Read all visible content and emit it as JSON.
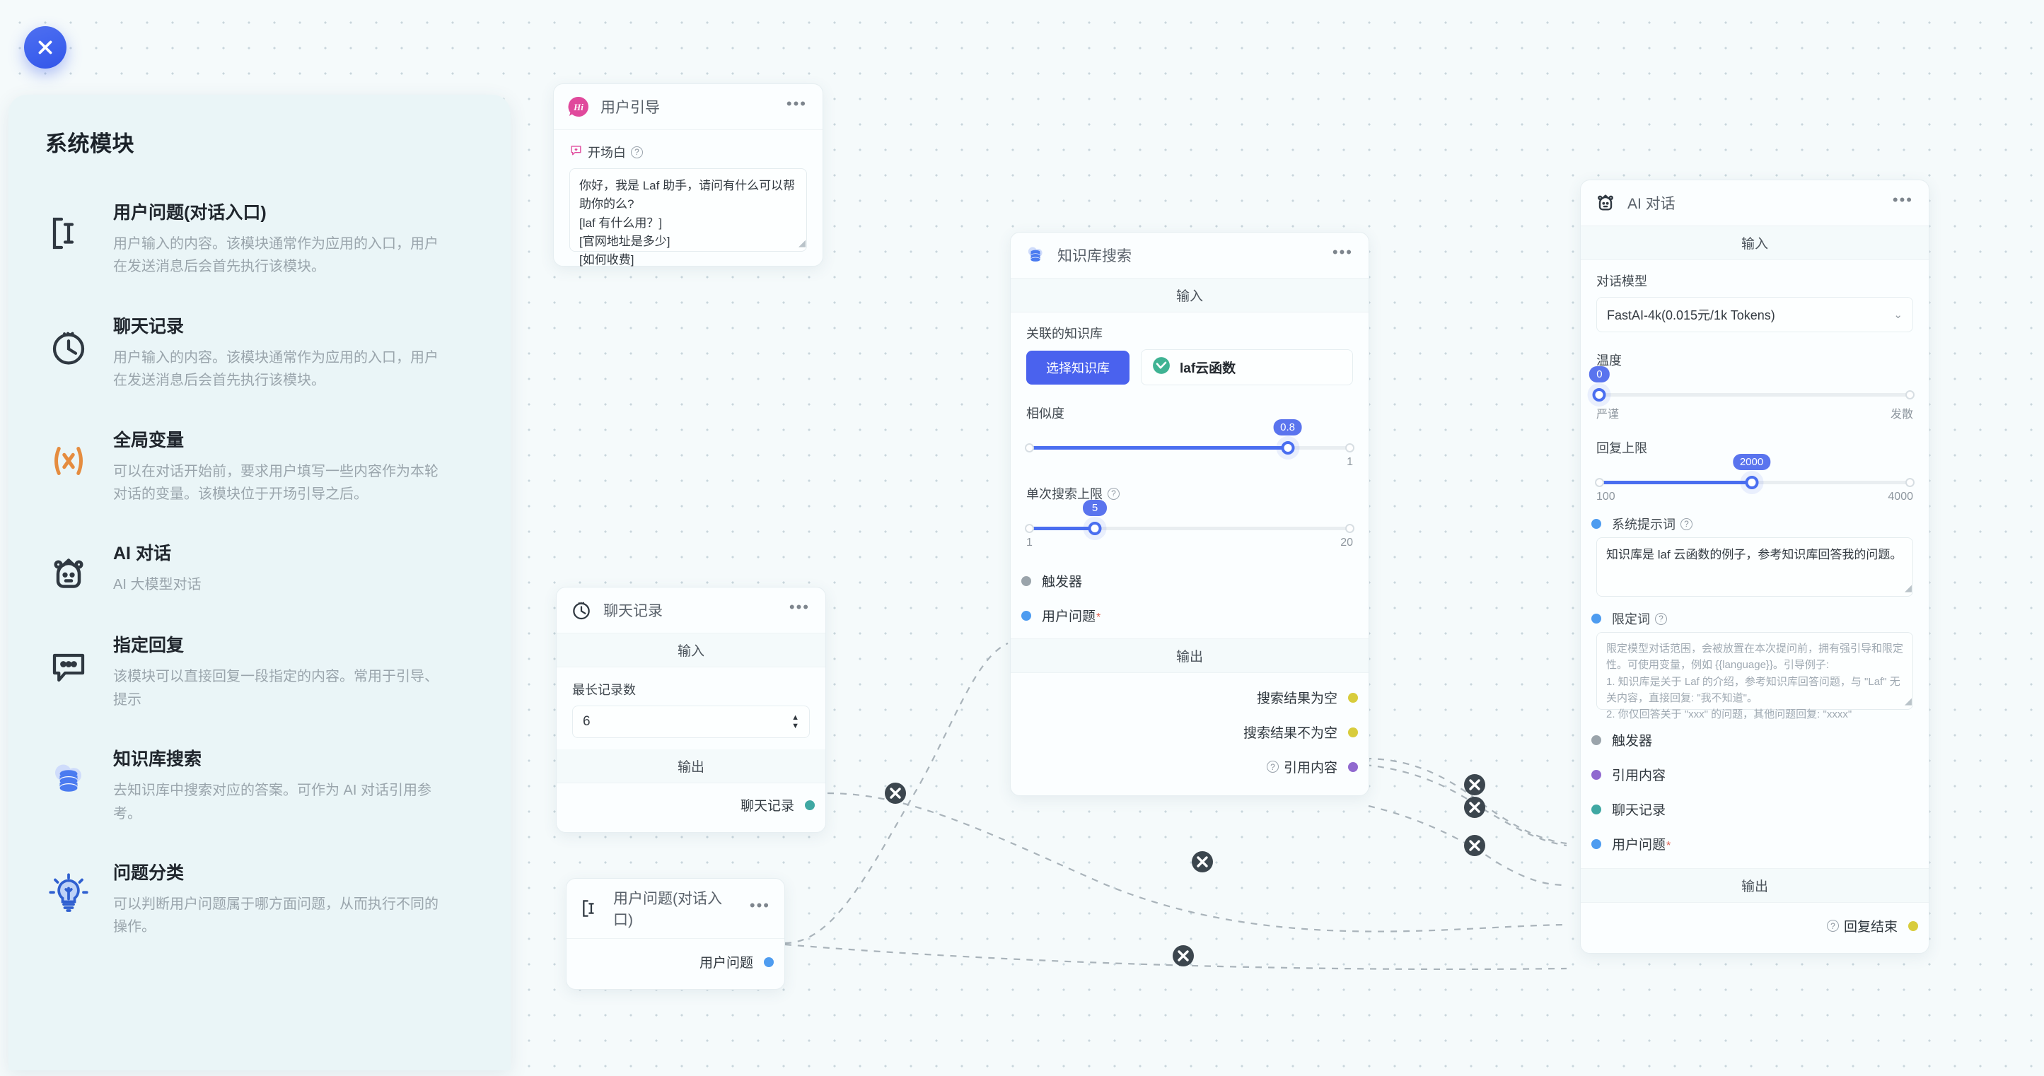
{
  "close_button": {
    "icon": "close-icon"
  },
  "sidebar": {
    "title": "系统模块",
    "items": [
      {
        "icon": "text-cursor-icon",
        "name": "用户问题(对话入口)",
        "desc": "用户输入的内容。该模块通常作为应用的入口，用户在发送消息后会首先执行该模块。"
      },
      {
        "icon": "clock-icon",
        "name": "聊天记录",
        "desc": "用户输入的内容。该模块通常作为应用的入口，用户在发送消息后会首先执行该模块。"
      },
      {
        "icon": "variable-icon",
        "name": "全局变量",
        "desc": "可以在对话开始前，要求用户填写一些内容作为本轮对话的变量。该模块位于开场引导之后。"
      },
      {
        "icon": "robot-icon",
        "name": "AI 对话",
        "desc": "AI 大模型对话"
      },
      {
        "icon": "chat-bubble-icon",
        "name": "指定回复",
        "desc": "该模块可以直接回复一段指定的内容。常用于引导、提示"
      },
      {
        "icon": "database-icon",
        "name": "知识库搜索",
        "desc": "去知识库中搜索对应的答案。可作为 AI 对话引用参考。"
      },
      {
        "icon": "lightbulb-icon",
        "name": "问题分类",
        "desc": "可以判断用户问题属于哪方面问题，从而执行不同的操作。"
      }
    ]
  },
  "nodes": {
    "user_guide": {
      "title": "用户引导",
      "badge": "Hi",
      "menu": "•••",
      "field_label": "开场白",
      "value": "你好，我是 Laf 助手，请问有什么可以帮助你的么?\n[laf 有什么用？]\n[官网地址是多少]\n[如何收费]"
    },
    "chat_history": {
      "title": "聊天记录",
      "menu": "•••",
      "input_header": "输入",
      "output_header": "输出",
      "field_label": "最长记录数",
      "value": "6",
      "output_port": "聊天记录"
    },
    "user_question": {
      "title": "用户问题(对话入口)",
      "menu": "•••",
      "output_port": "用户问题"
    },
    "kb_search": {
      "title": "知识库搜索",
      "menu": "•••",
      "input_header": "输入",
      "output_header": "输出",
      "kb_label": "关联的知识库",
      "select_kb_button": "选择知识库",
      "kb_tag": "laf云函数",
      "similarity_label": "相似度",
      "similarity_value": "0.8",
      "similarity_max": "1",
      "limit_label": "单次搜索上限",
      "limit_value": "5",
      "limit_min": "1",
      "limit_max": "20",
      "inputs": [
        {
          "label": "触发器",
          "color": "#9aa4ab",
          "required": false
        },
        {
          "label": "用户问题",
          "color": "#4e9cf0",
          "required": true
        }
      ],
      "outputs": [
        {
          "label": "搜索结果为空",
          "color": "#d8cc3c",
          "help": false
        },
        {
          "label": "搜索结果不为空",
          "color": "#d8cc3c",
          "help": false
        },
        {
          "label": "引用内容",
          "color": "#9069cf",
          "help": true
        }
      ]
    },
    "ai_chat": {
      "title": "AI 对话",
      "menu": "•••",
      "input_header": "输入",
      "output_header": "输出",
      "model_label": "对话模型",
      "model_value": "FastAI-4k(0.015元/1k Tokens)",
      "temperature_label": "温度",
      "temperature_value": "0",
      "temperature_min_text": "严谨",
      "temperature_max_text": "发散",
      "maxtokens_label": "回复上限",
      "maxtokens_value": "2000",
      "maxtokens_min": "100",
      "maxtokens_max": "4000",
      "system_prompt_label": "系统提示词",
      "system_prompt_value": "知识库是 laf 云函数的例子，参考知识库回答我的问题。",
      "qualifier_label": "限定词",
      "qualifier_placeholder": "限定模型对话范围，会被放置在本次提问前，拥有强引导和限定性。可使用变量，例如 {{language}}。引导例子:\n1. 知识库是关于 Laf 的介绍，参考知识库回答问题，与 \"Laf\" 无关内容，直接回复: \"我不知道\"。\n2. 你仅回答关于 \"xxx\" 的问题，其他问题回复: \"xxxx\"",
      "inputs": [
        {
          "label": "触发器",
          "color": "#9aa4ab",
          "required": false
        },
        {
          "label": "引用内容",
          "color": "#9069cf",
          "required": false
        },
        {
          "label": "聊天记录",
          "color": "#3fa8a3",
          "required": false
        },
        {
          "label": "用户问题",
          "color": "#4e9cf0",
          "required": true
        }
      ],
      "outputs": [
        {
          "label": "回复结束",
          "color": "#d8cc3c",
          "help": true
        }
      ]
    }
  },
  "edge_delete_label": "×",
  "colors": {
    "accent": "#4a62ee",
    "canvas": "#f5fafb",
    "sidebar": "#eaf5f7",
    "variable_orange": "#e58c3f"
  }
}
